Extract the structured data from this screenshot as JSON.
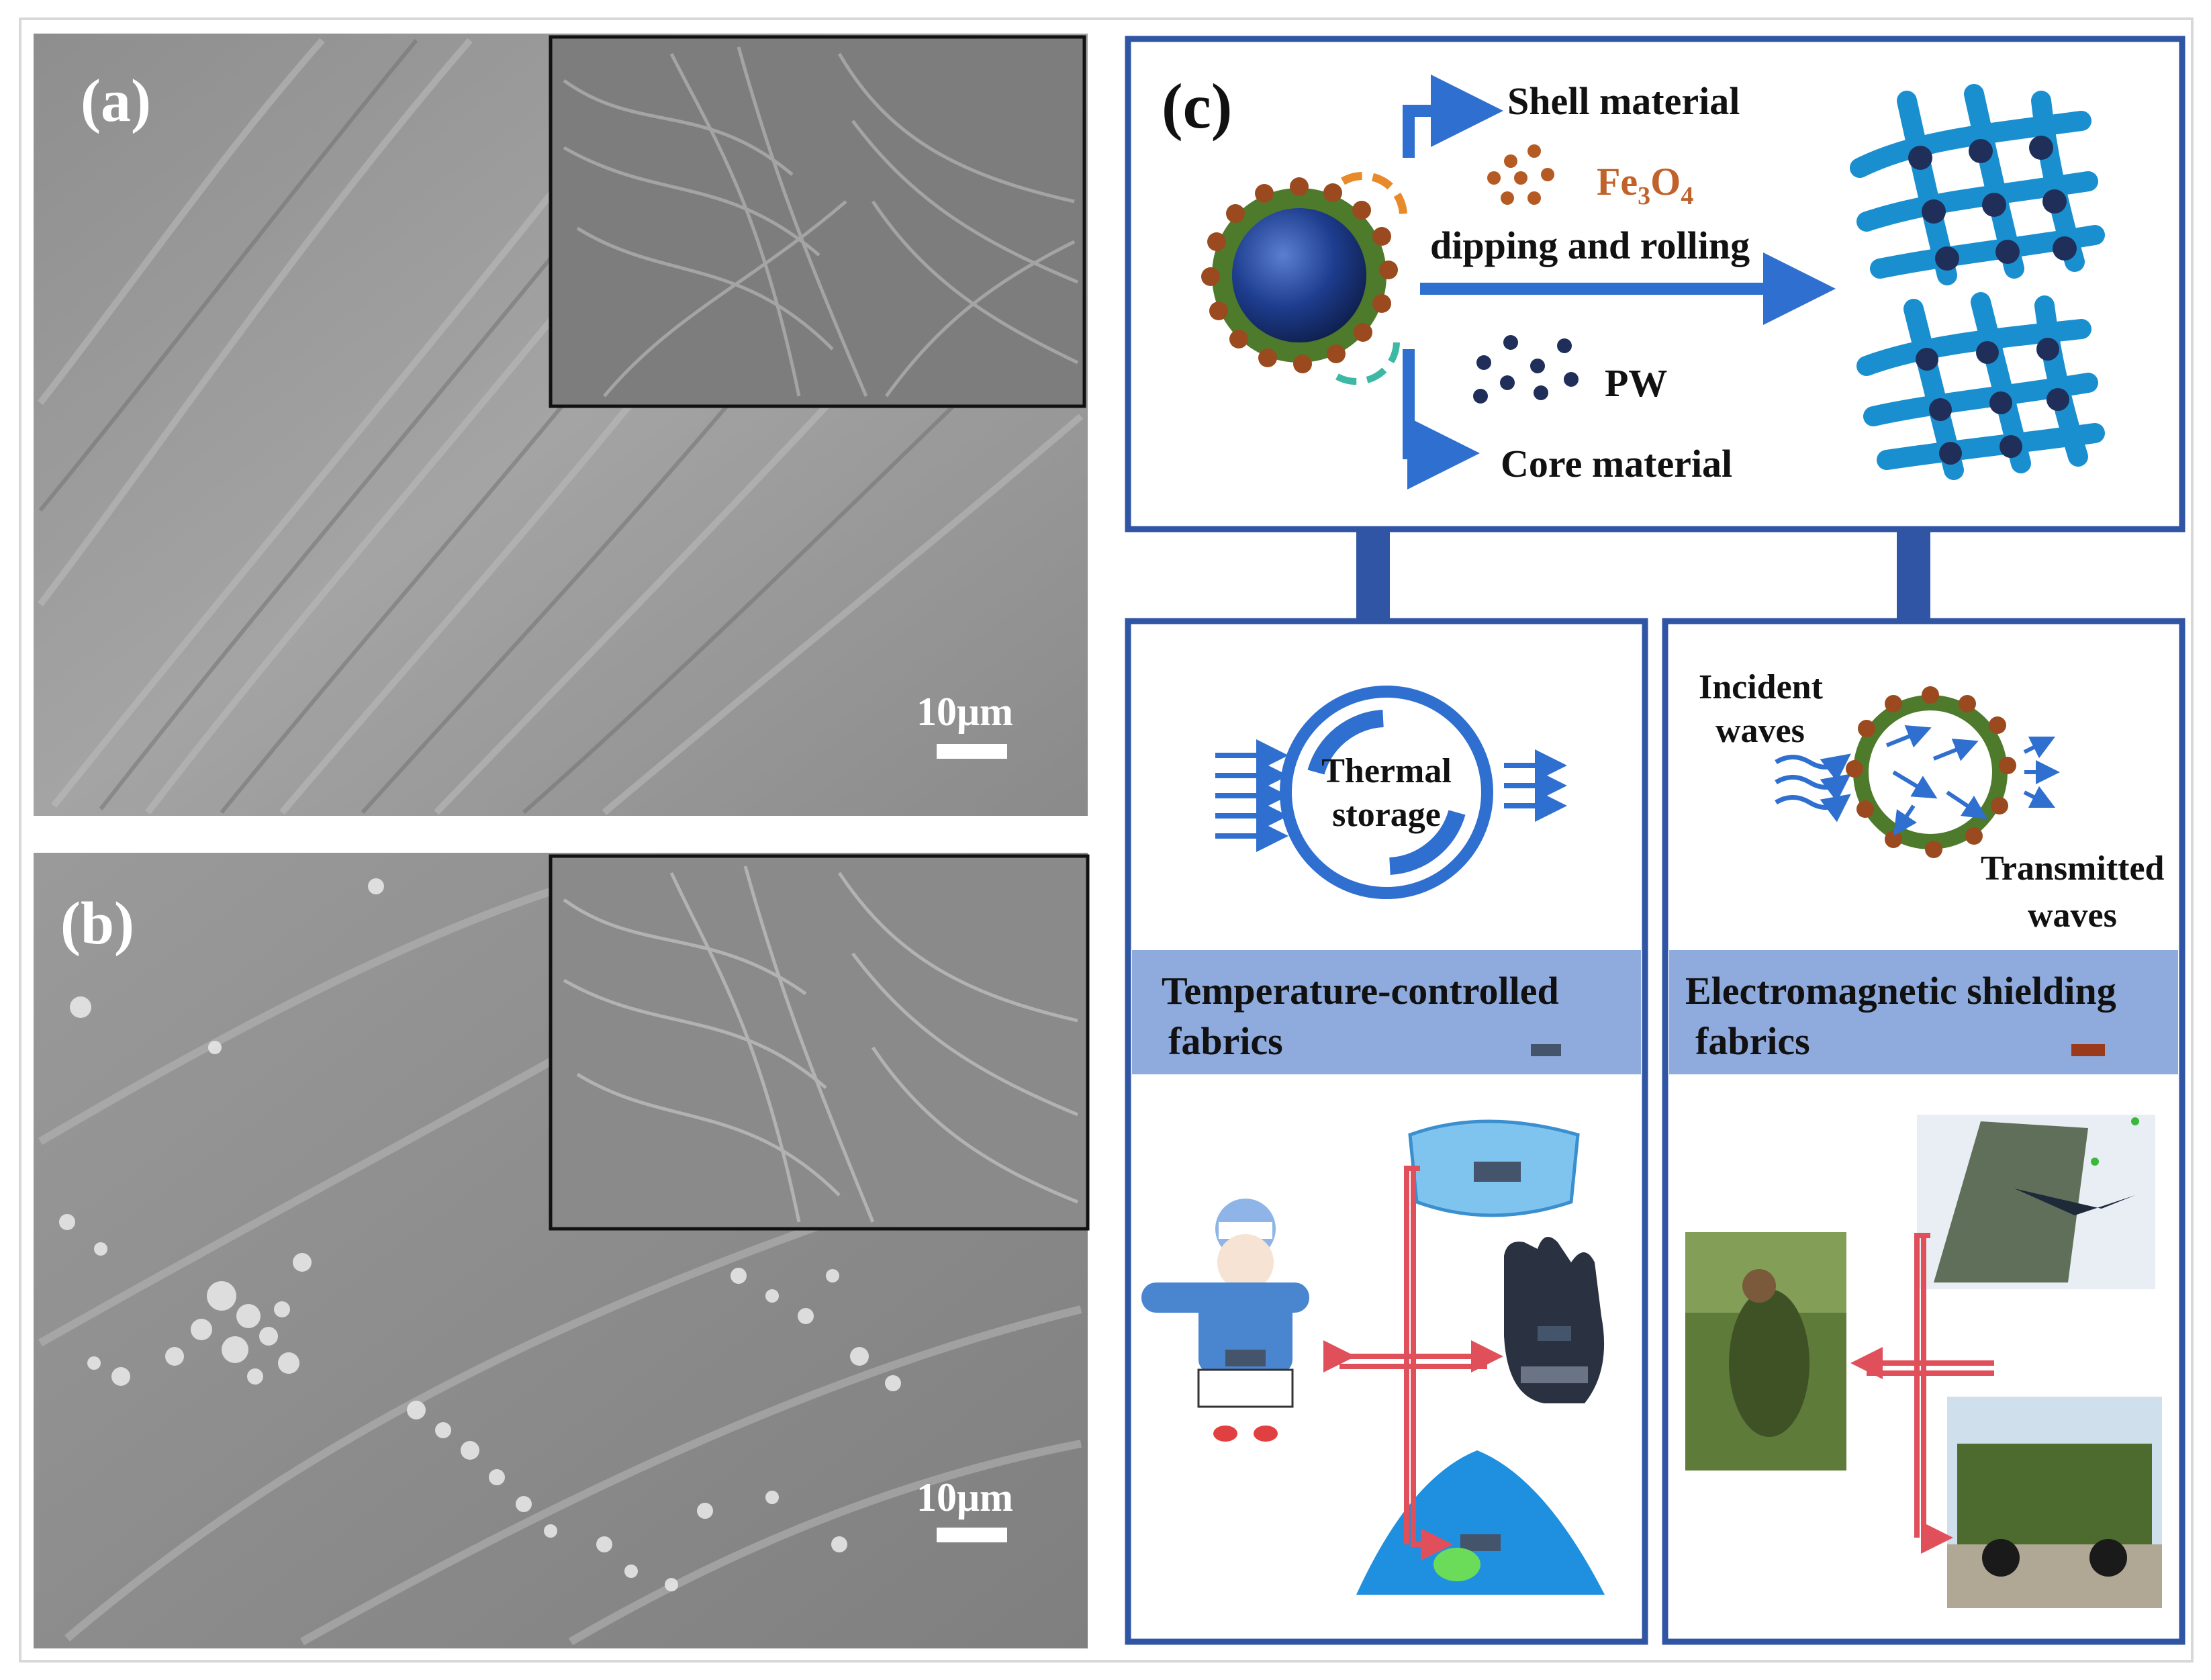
{
  "panel_a": {
    "label": "(a)",
    "scale_bar": "10μm"
  },
  "panel_b": {
    "label": "(b)",
    "scale_bar": "10μm"
  },
  "panel_c": {
    "label": "(c)",
    "shell_material": "Shell material",
    "fe3o4": {
      "base": "Fe",
      "sub1": "3",
      "mid": "O",
      "sub2": "4"
    },
    "dipping": "dipping and rolling",
    "pw": "PW",
    "core_material": "Core material"
  },
  "temperature_panel": {
    "thermal_line1": "Thermal",
    "thermal_line2": "storage",
    "title_line1": "Temperature-controlled",
    "title_line2": "fabrics"
  },
  "em_panel": {
    "incident_line1": "Incident",
    "incident_line2": "waves",
    "transmitted_line1": "Transmitted",
    "transmitted_line2": "waves",
    "title_line1": "Electromagnetic shielding",
    "title_line2": "fabrics"
  },
  "colors": {
    "border_blue": "#2f55a4",
    "band_blue": "#8faadc",
    "arrow_blue": "#2f6fd0",
    "shell_green": "#4e7a2c",
    "shell_dots": "#9a4a1e",
    "fe_orange": "#c0622a",
    "core_navy": "#1f3864",
    "fabric_cyan": "#1a8fd0",
    "link_red": "#e0505a",
    "sem_gray": "#9a9a9a"
  }
}
